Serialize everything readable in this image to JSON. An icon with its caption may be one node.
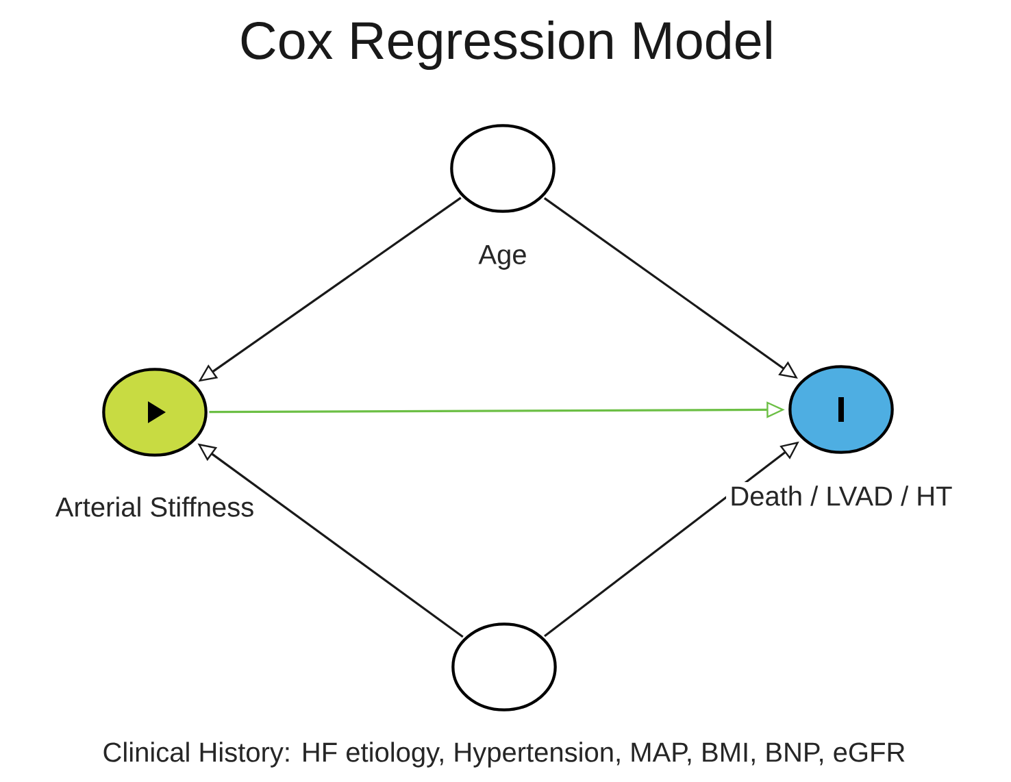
{
  "diagram": {
    "title": "Cox Regression Model",
    "nodes": [
      {
        "text": [
          "Age"
        ]
      },
      {
        "text": [
          "Arterial Stiffness"
        ]
      },
      {
        "text": [
          "Death / LVAD / HT"
        ]
      },
      {
        "text": [
          "Clinical History: HF etiology, Hypertension, MAP, BMI, BNP, eGFR"
        ]
      }
    ],
    "edges": [
      {
        "from": 0,
        "to": 1,
        "arrow": "to"
      },
      {
        "from": 0,
        "to": 2,
        "arrow": "to"
      },
      {
        "from": 1,
        "to": 2,
        "arrow": "to",
        "color": "#6cbf45"
      },
      {
        "from": 3,
        "to": 1,
        "arrow": "to"
      },
      {
        "from": 3,
        "to": 2,
        "arrow": "to"
      }
    ]
  }
}
